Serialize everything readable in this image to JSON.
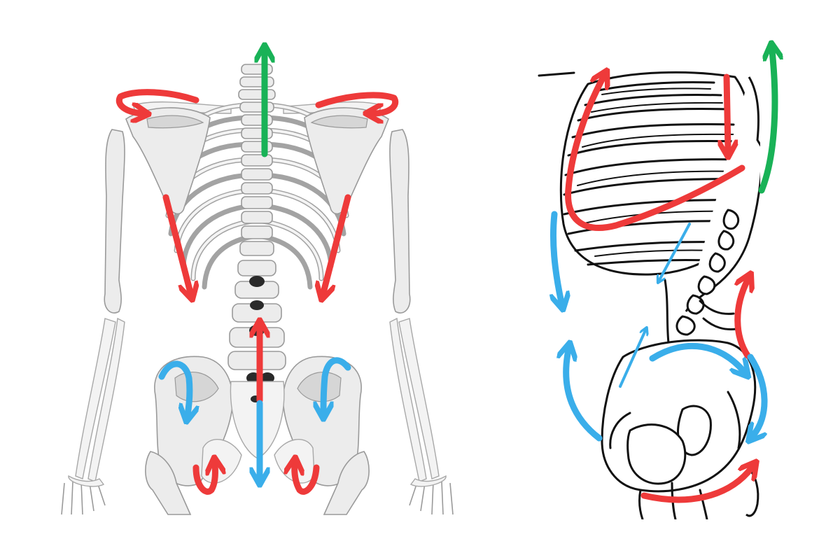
{
  "colors": {
    "red": "#ee3a3a",
    "blue": "#3aaeea",
    "green": "#19b257"
  },
  "panels": [
    {
      "view": "posterior",
      "arrows": [
        {
          "color": "green",
          "direction": "up"
        },
        {
          "color": "red",
          "direction": "curl"
        },
        {
          "color": "red",
          "direction": "curl"
        },
        {
          "color": "red",
          "direction": "down"
        },
        {
          "color": "red",
          "direction": "down"
        },
        {
          "color": "red",
          "direction": "up"
        },
        {
          "color": "blue",
          "direction": "down"
        },
        {
          "color": "blue",
          "direction": "curl"
        },
        {
          "color": "blue",
          "direction": "curl"
        },
        {
          "color": "red",
          "direction": "curl"
        },
        {
          "color": "red",
          "direction": "curl"
        }
      ]
    },
    {
      "view": "lateral",
      "arrows": [
        {
          "color": "red",
          "direction": "loop"
        },
        {
          "color": "red",
          "direction": "down"
        },
        {
          "color": "green",
          "direction": "up"
        },
        {
          "color": "blue",
          "direction": "down"
        },
        {
          "color": "blue",
          "direction": "down"
        },
        {
          "color": "red",
          "direction": "up"
        },
        {
          "color": "blue",
          "direction": "curl"
        },
        {
          "color": "blue",
          "direction": "curl"
        },
        {
          "color": "blue",
          "direction": "curl"
        },
        {
          "color": "blue",
          "direction": "up"
        },
        {
          "color": "red",
          "direction": "curl"
        }
      ]
    }
  ]
}
